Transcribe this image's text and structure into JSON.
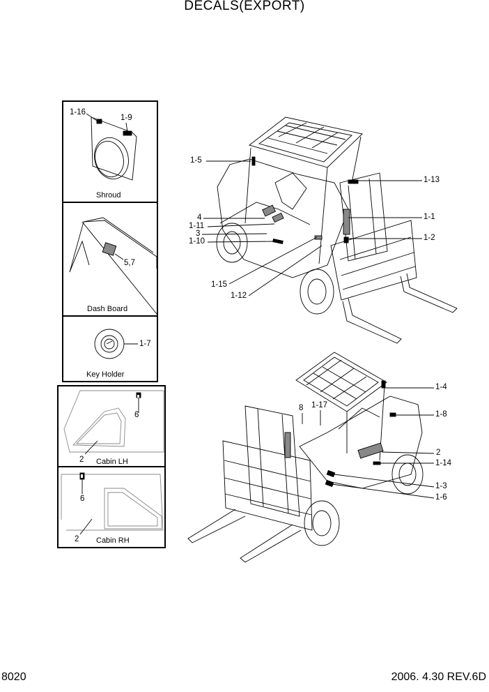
{
  "title": "DECALS(EXPORT)",
  "footer": {
    "page": "8020",
    "revision": "2006. 4.30 REV.6D"
  },
  "panels": {
    "shroud": {
      "caption": "Shroud",
      "callouts": [
        "1-16",
        "1-9"
      ]
    },
    "dash_board": {
      "caption": "Dash Board",
      "callouts": [
        "5,7"
      ]
    },
    "key_holder": {
      "caption": "Key Holder",
      "callouts": [
        "1-7"
      ]
    },
    "cabin_lh": {
      "caption": "Cabin LH",
      "callouts": [
        "6",
        "2"
      ]
    },
    "cabin_rh": {
      "caption": "Cabin RH",
      "callouts": [
        "6",
        "2"
      ]
    }
  },
  "top_view_callouts": [
    "1-5",
    "4",
    "1-11",
    "3",
    "1-10",
    "1-15",
    "1-12",
    "1-13",
    "1-1",
    "1-2"
  ],
  "bottom_view_callouts": [
    "8",
    "1-17",
    "1-4",
    "1-8",
    "2",
    "1-14",
    "1-3",
    "1-6"
  ]
}
